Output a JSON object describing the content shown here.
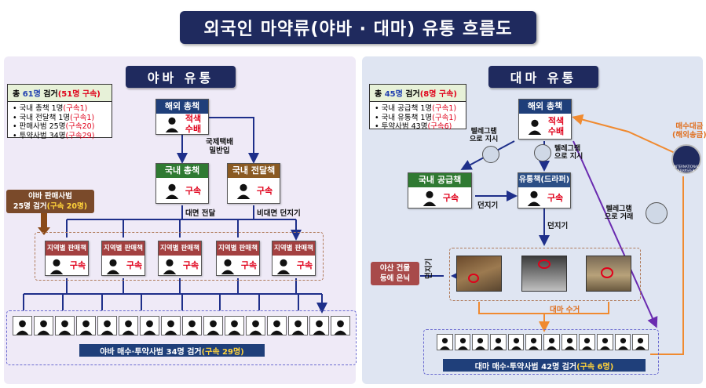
{
  "title": "외국인 마약류(야바 · 대마) 유통 흐름도",
  "colors": {
    "navy": "#1f2a5e",
    "red": "#e0001a",
    "left_bg": "#efeaf7",
    "right_bg": "#dfe5f2",
    "arrow_blue": "#1e2f8a",
    "arrow_purple": "#6a2bb0",
    "arrow_orange": "#f08a30"
  },
  "left": {
    "heading": "야바 유통",
    "summary": {
      "total_pre": "총 ",
      "total_num": "61명",
      "total_mid": " 검거",
      "total_detain": "(51명 구속)",
      "items": [
        {
          "text": "국내 총책 1명",
          "detain": "(구속1)"
        },
        {
          "text": "국내 전달책 1명",
          "detain": "(구속1)"
        },
        {
          "text": "판매사범 25명",
          "detain": "(구속20)"
        },
        {
          "text": "투약사범 34명",
          "detain": "(구속29)"
        }
      ]
    },
    "overseas": {
      "title": "해외 총책",
      "label1": "적색",
      "label2": "수배"
    },
    "crypto_note": {
      "line1": "국제택배",
      "line2": "밀반입"
    },
    "domestic_boss": {
      "title": "국내 총책",
      "label": "구속"
    },
    "courier": {
      "title": "국내 전달책",
      "label": "구속"
    },
    "edge_face": "대면 전달",
    "edge_nonface": "비대면 던지기",
    "seller_callout": {
      "line1": "야바 판매사범",
      "line2_pre": "25명 검거",
      "line2_detain": "(구속 20명)"
    },
    "sellers": [
      {
        "title": "지역별 판매책",
        "label": "구속"
      },
      {
        "title": "지역별 판매책",
        "label": "구속"
      },
      {
        "title": "지역별 판매책",
        "label": "구속"
      },
      {
        "title": "지역별 판매책",
        "label": "구속"
      },
      {
        "title": "지역별 판매책",
        "label": "구속"
      }
    ],
    "result_pre": "야바 매수·투약사범 34명 검거",
    "result_detain": "(구속 29명)"
  },
  "right": {
    "heading": "대마 유통",
    "summary": {
      "total_pre": "총 ",
      "total_num": "45명",
      "total_mid": " 검거",
      "total_detain": "(8명 구속)",
      "items": [
        {
          "text": "국내 공급책 1명",
          "detain": "(구속1)"
        },
        {
          "text": "국내 유통책 1명",
          "detain": "(구속1)"
        },
        {
          "text": "투약사범 43명",
          "detain": "(구속6)"
        }
      ]
    },
    "overseas": {
      "title": "해외 총책",
      "label1": "적색",
      "label2": "수배"
    },
    "telegram1": {
      "line1": "텔레그램",
      "line2": "으로 지시"
    },
    "telegram2": {
      "line1": "텔레그램",
      "line2": "으로 지시"
    },
    "telegram3": {
      "line1": "텔레그램",
      "line2": "으로 거래"
    },
    "payment": {
      "line1": "매수대금",
      "line2": "(해외송금)"
    },
    "bank_label": "INTERNATIONAL TRANSFER",
    "supplier": {
      "title": "국내 공급책",
      "label": "구속"
    },
    "distributor": {
      "title": "유통책(드라퍼)",
      "label": "구속"
    },
    "throw1": "던지기",
    "throw2": "던지기",
    "throw3": "던지기",
    "hide_callout": {
      "line1": "야산 건물",
      "line2": "등에 은닉"
    },
    "pickup": "대마 수거",
    "result_pre": "대마 매수·투약사범 42명 검거",
    "result_detain": "(구속 6명)"
  }
}
